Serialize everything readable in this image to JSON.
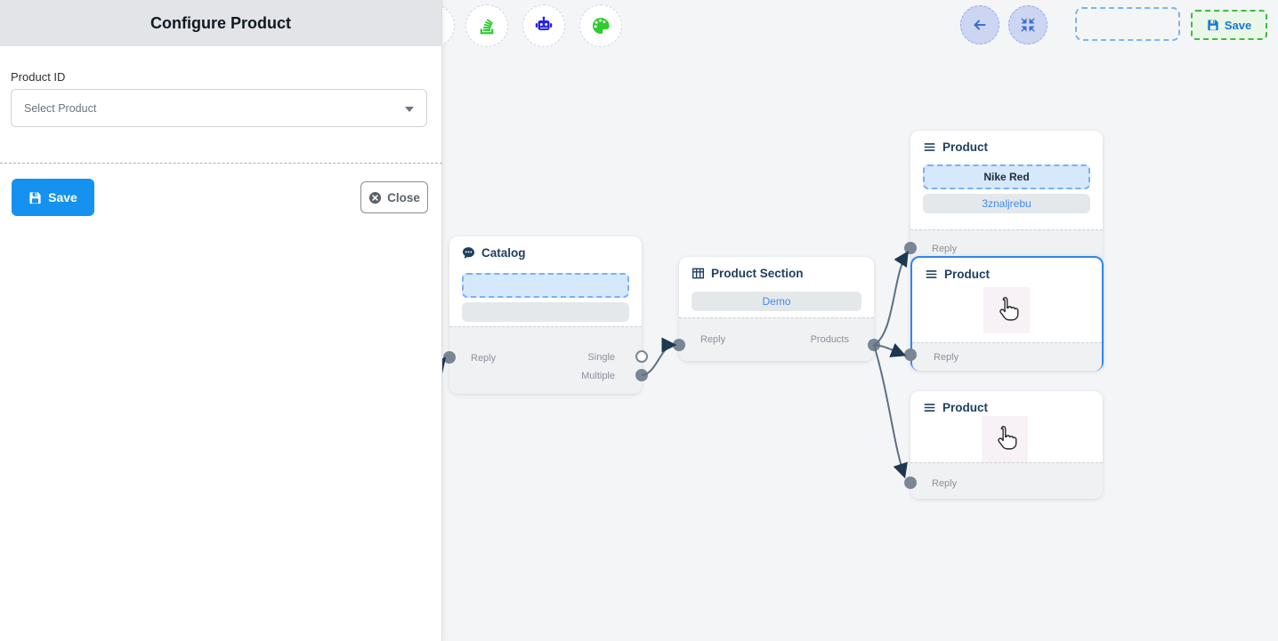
{
  "left_panel": {
    "title": "Configure Product",
    "product_id_label": "Product ID",
    "product_select": {
      "value": "Select Product"
    },
    "save_label": "Save",
    "close_label": "Close"
  },
  "toolbar": {
    "icons": [
      "stack-icon",
      "robot-icon",
      "palette-icon"
    ],
    "nav_icons": [
      "arrow-left-icon",
      "compress-icon"
    ],
    "save_label": "Save"
  },
  "nodes": {
    "catalog": {
      "title": "Catalog",
      "reply_label": "Reply",
      "single_label": "Single",
      "multiple_label": "Multiple"
    },
    "product_section": {
      "title": "Product Section",
      "section_value": "Demo",
      "reply_label": "Reply",
      "products_label": "Products"
    },
    "product_top": {
      "title": "Product",
      "product_value": "Nike Red",
      "retailer_id": "3znaljrebu",
      "reply_label": "Reply"
    },
    "product_middle": {
      "title": "Product",
      "reply_label": "Reply"
    },
    "product_bottom": {
      "title": "Product",
      "reply_label": "Reply"
    }
  },
  "colors": {
    "primary_blue": "#1592ef",
    "selection_blue": "#2e86f0",
    "edge_gray": "#5f6f81",
    "arrow_navy": "#1d3850",
    "toolbar_green": "#2ecc2e",
    "robot_blue": "#2323e8",
    "save_green_border": "#43b943",
    "canvas_bg": "#f4f5f7",
    "panel_header_bg": "#e2e4e8"
  }
}
